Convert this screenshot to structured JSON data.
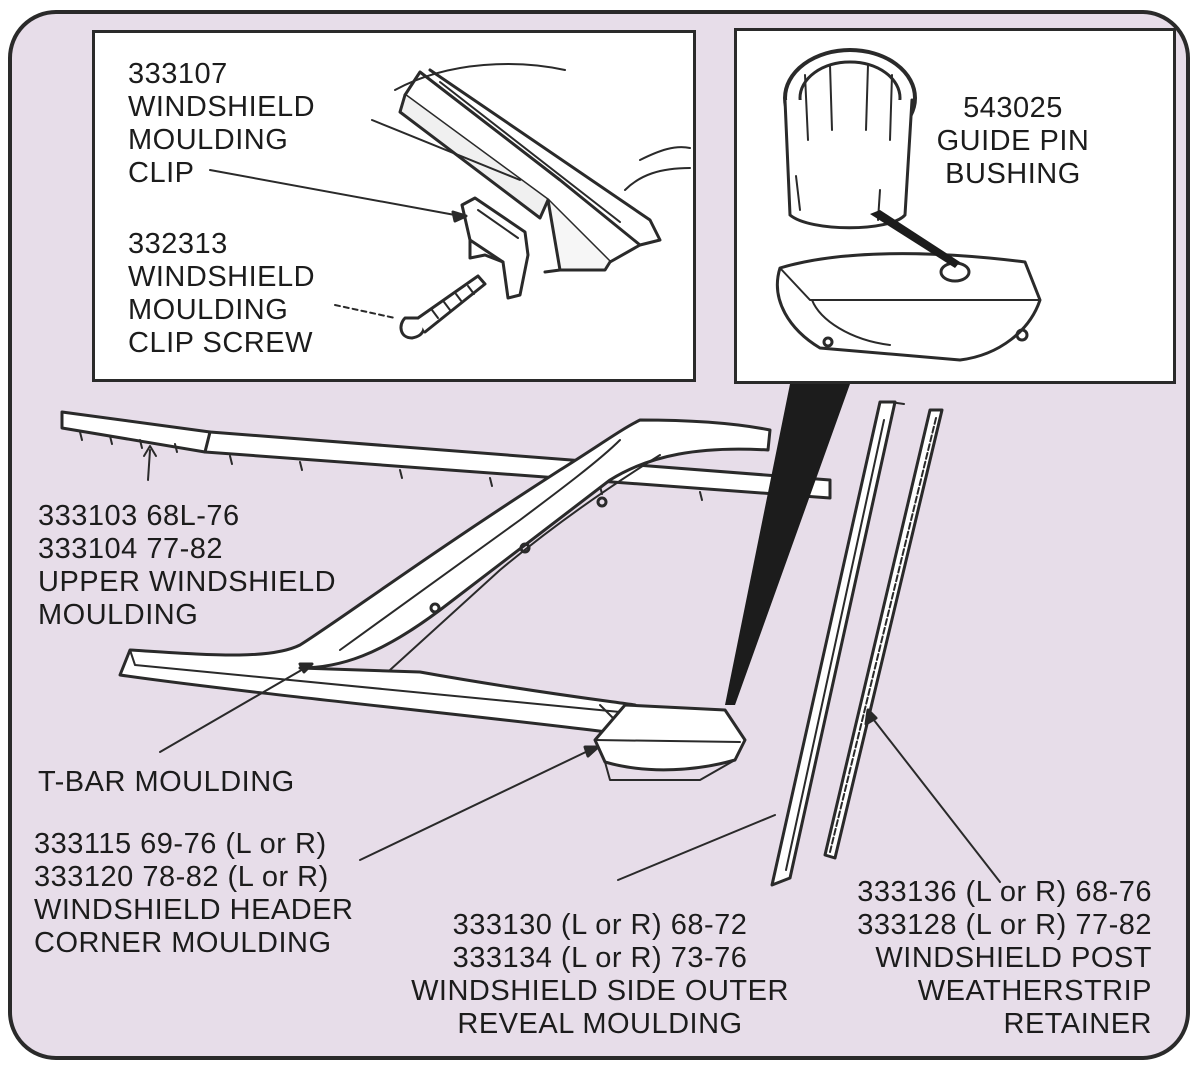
{
  "labels": {
    "clip": [
      "333107",
      "WINDSHIELD",
      "MOULDING",
      "CLIP"
    ],
    "clip_screw": [
      "332313",
      "WINDSHIELD",
      "MOULDING",
      "CLIP SCREW"
    ],
    "bushing": [
      "543025",
      "GUIDE PIN",
      "BUSHING"
    ],
    "upper": [
      "333103  68L-76",
      "333104  77-82",
      "UPPER WINDSHIELD",
      "MOULDING"
    ],
    "tbar": [
      "T-BAR MOULDING"
    ],
    "corner": [
      "333115  69-76 (L or R)",
      "333120  78-82 (L or R)",
      "WINDSHIELD HEADER",
      "CORNER MOULDING"
    ],
    "side": [
      "333130 (L or R) 68-72",
      "333134 (L or R) 73-76",
      "WINDSHIELD SIDE OUTER",
      "REVEAL MOULDING"
    ],
    "post": [
      "333136 (L or R) 68-76",
      "333128 (L or R) 77-82",
      "WINDSHIELD POST",
      "WEATHERSTRIP",
      "RETAINER"
    ]
  },
  "colors": {
    "panel": "#e7dde9",
    "ink": "#1c1c1c",
    "inset": "#ffffff"
  }
}
